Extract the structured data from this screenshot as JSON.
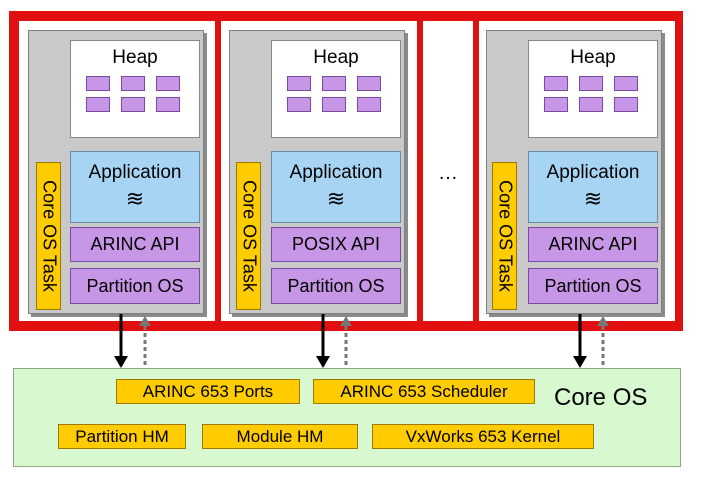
{
  "partitions": [
    {
      "heap": "Heap",
      "application": "Application",
      "app_symbol": "≋",
      "api": "ARINC API",
      "os": "Partition OS",
      "task": "Core OS Task"
    },
    {
      "heap": "Heap",
      "application": "Application",
      "app_symbol": "≋",
      "api": "POSIX API",
      "os": "Partition OS",
      "task": "Core OS Task"
    },
    {
      "heap": "Heap",
      "application": "Application",
      "app_symbol": "≋",
      "api": "ARINC API",
      "os": "Partition OS",
      "task": "Core OS Task"
    }
  ],
  "ellipsis": "…",
  "core_os": {
    "label": "Core OS",
    "ports": "ARINC 653 Ports",
    "scheduler": "ARINC 653 Scheduler",
    "partition_hm": "Partition HM",
    "module_hm": "Module HM",
    "kernel": "VxWorks 653 Kernel"
  },
  "colors": {
    "frame": "#e01010",
    "heap_block": "#c896e6",
    "application": "#a8d4f4",
    "core_task": "#ffcc00",
    "core_os_bg": "#d8f8d0"
  }
}
